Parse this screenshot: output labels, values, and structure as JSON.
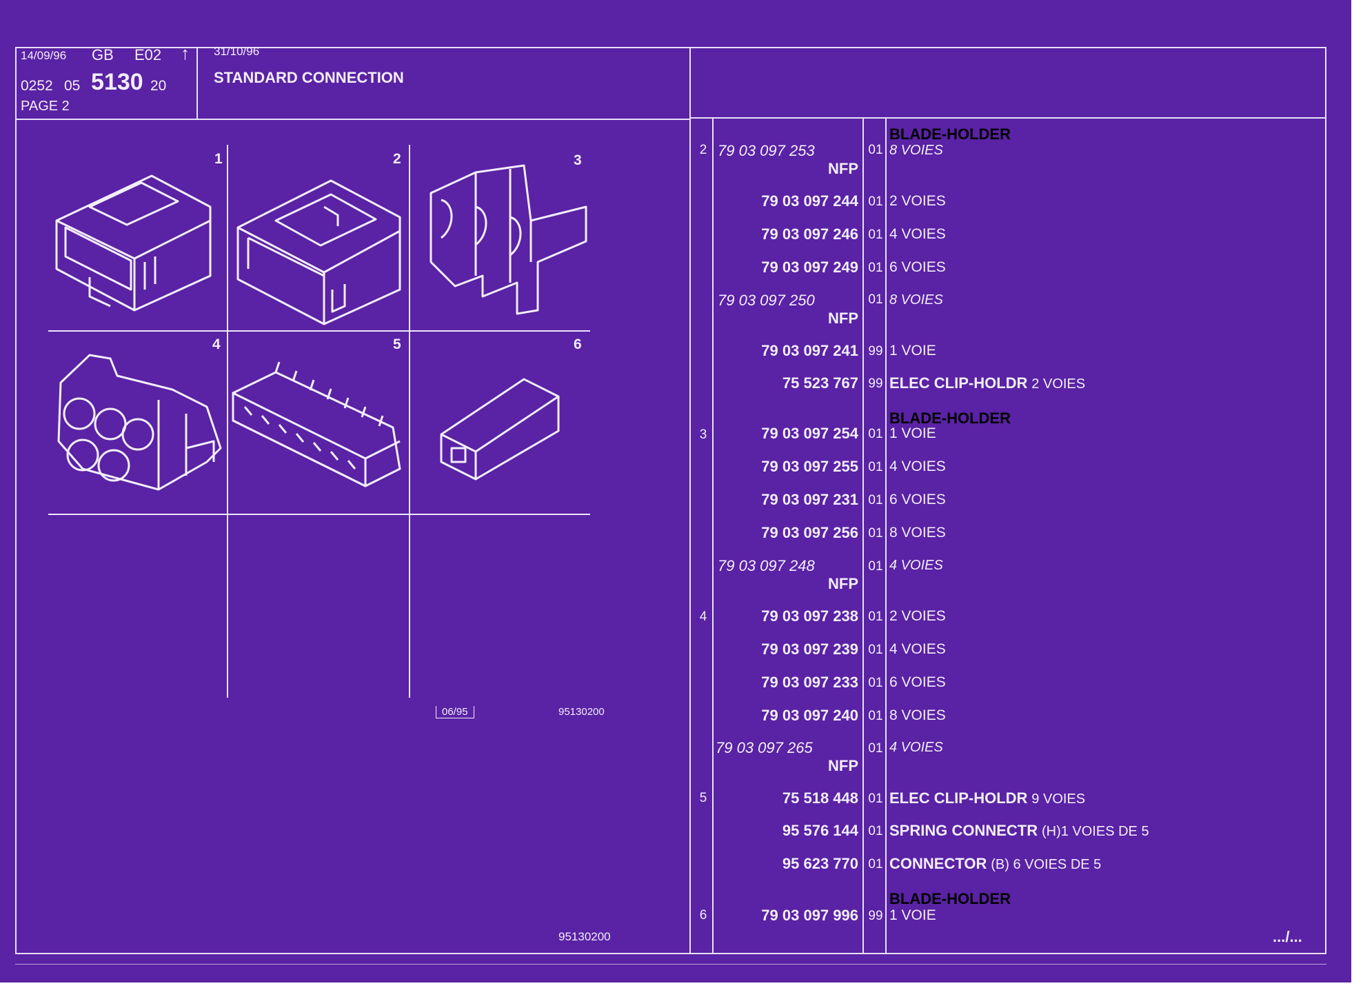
{
  "header": {
    "date_left": "14/09/96",
    "lang": "GB",
    "edition": "E02",
    "ref_prefix": "0252",
    "ref_group": "05",
    "ref_main": "5130",
    "ref_suffix": "20",
    "page": "PAGE 2",
    "date_right": "31/10/96",
    "title": "STANDARD CONNECTION"
  },
  "figure": {
    "cells": [
      "1",
      "2",
      "3",
      "4",
      "5",
      "6"
    ],
    "stamp": "06/95",
    "code_top": "95130200",
    "code_bottom": "95130200"
  },
  "parts": [
    {
      "heading": "BLADE-HOLDER",
      "group": "2",
      "number": "79 03 097 253",
      "qty": "01",
      "desc": "8 VOIES",
      "italic": true,
      "nfp": "NFP"
    },
    {
      "number": "79 03 097 244",
      "qty": "01",
      "desc": "2 VOIES"
    },
    {
      "number": "79 03 097 246",
      "qty": "01",
      "desc": "4 VOIES"
    },
    {
      "number": "79 03 097 249",
      "qty": "01",
      "desc": "6 VOIES"
    },
    {
      "number": "79 03 097 250",
      "qty": "01",
      "desc": "8 VOIES",
      "italic": true,
      "nfp": "NFP"
    },
    {
      "number": "79 03 097 241",
      "qty": "99",
      "desc": "1 VOIE"
    },
    {
      "number": "75 523 767",
      "qty": "99",
      "name": "ELEC CLIP-HOLDR",
      "desc": "2 VOIES"
    },
    {
      "heading": "BLADE-HOLDER",
      "group": "3",
      "number": "79 03 097 254",
      "qty": "01",
      "desc": "1 VOIE"
    },
    {
      "number": "79 03 097 255",
      "qty": "01",
      "desc": "4 VOIES"
    },
    {
      "number": "79 03 097 231",
      "qty": "01",
      "desc": "6 VOIES"
    },
    {
      "number": "79 03 097 256",
      "qty": "01",
      "desc": "8 VOIES"
    },
    {
      "number": "79 03 097 248",
      "qty": "01",
      "desc": "4 VOIES",
      "italic": true,
      "nfp": "NFP"
    },
    {
      "group": "4",
      "number": "79 03 097 238",
      "qty": "01",
      "desc": "2 VOIES"
    },
    {
      "number": "79 03 097 239",
      "qty": "01",
      "desc": "4 VOIES"
    },
    {
      "number": "79 03 097 233",
      "qty": "01",
      "desc": "6 VOIES"
    },
    {
      "number": "79 03 097 240",
      "qty": "01",
      "desc": "8 VOIES"
    },
    {
      "number": "79 03 097 265",
      "qty": "01",
      "desc": "4 VOIES",
      "italic": true,
      "nfp": "NFP"
    },
    {
      "group": "5",
      "number": "75 518 448",
      "qty": "01",
      "name": "ELEC CLIP-HOLDR",
      "desc": "9 VOIES"
    },
    {
      "number": "95 576 144",
      "qty": "01",
      "name": "SPRING CONNECTR",
      "desc": "(H)1 VOIES DE 5"
    },
    {
      "number": "95 623 770",
      "qty": "01",
      "name": "CONNECTOR",
      "desc": "(B) 6 VOIES DE 5"
    },
    {
      "heading": "BLADE-HOLDER",
      "group": "6",
      "number": "79 03 097 996",
      "qty": "99",
      "desc": "1 VOIE"
    }
  ],
  "footer": {
    "continued": ".../..."
  }
}
